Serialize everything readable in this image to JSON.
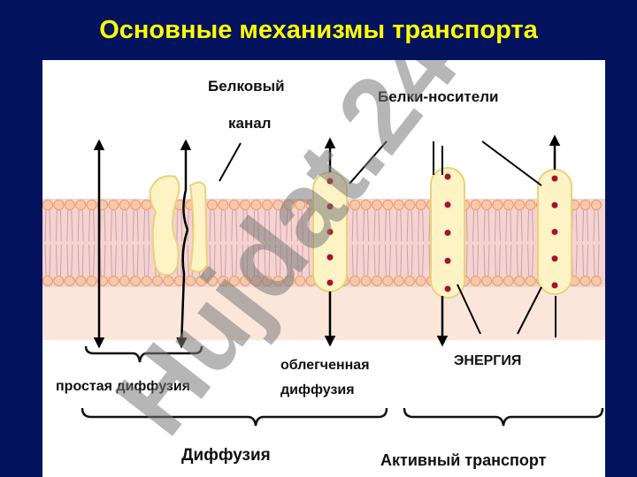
{
  "slide": {
    "title": "Основные механизмы транспорта"
  },
  "diagram": {
    "labels": {
      "channel_line1": "Белковый",
      "channel_line2": "канал",
      "carriers": "Белки-носители",
      "simple_diffusion": "простая диффузия",
      "facilitated_line1": "облегченная",
      "facilitated_line2": "диффузия",
      "energy": "ЭНЕРГИЯ",
      "diffusion": "Диффузия",
      "active_transport": "Активный транспорт"
    },
    "watermark": "Hujdat.24",
    "colors": {
      "background": "#04135e",
      "title": "#ffff00",
      "membrane": "#f4c7c0",
      "protein": "#fdf3c4",
      "dot": "#a8122a"
    }
  }
}
